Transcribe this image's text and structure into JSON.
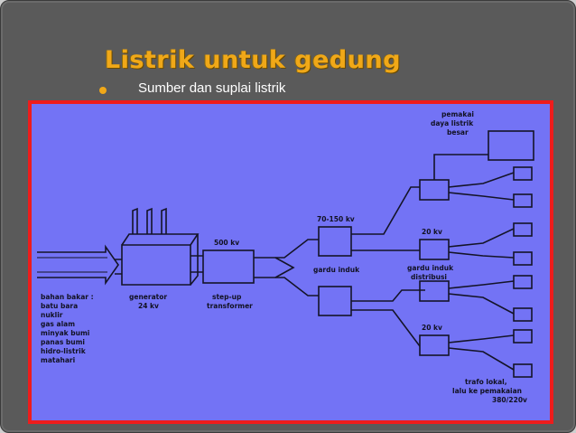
{
  "slide": {
    "title": "Listrik untuk gedung",
    "subtitle": "Sumber dan suplai listrik"
  },
  "diagram": {
    "labels": {
      "pemakai": [
        "pemakai",
        "daya listrik",
        "besar"
      ],
      "kv_70_150": "70-150 kv",
      "kv_500": "500 kv",
      "kv_20_top": "20 kv",
      "kv_20_bottom": "20 kv",
      "gardu_induk": "gardu induk",
      "gardu_induk_distribusi": [
        "gardu induk",
        "distribusi"
      ],
      "bahan_bakar": [
        "bahan bakar :",
        "batu bara",
        "nuklir",
        "gas alam",
        "minyak bumi",
        "panas bumi",
        "hidro-listrik",
        "matahari"
      ],
      "generator": [
        "generator",
        "24 kv"
      ],
      "transformer": [
        "step-up",
        "transformer"
      ],
      "trafo": [
        "trafo lokal,",
        "lalu ke pemakaian",
        "380/220v"
      ]
    }
  },
  "colors": {
    "title": "#f0a818",
    "slide_background": "#5a5a5a",
    "diagram_background": "#7373f5",
    "frame_border": "#ee1c1c"
  }
}
